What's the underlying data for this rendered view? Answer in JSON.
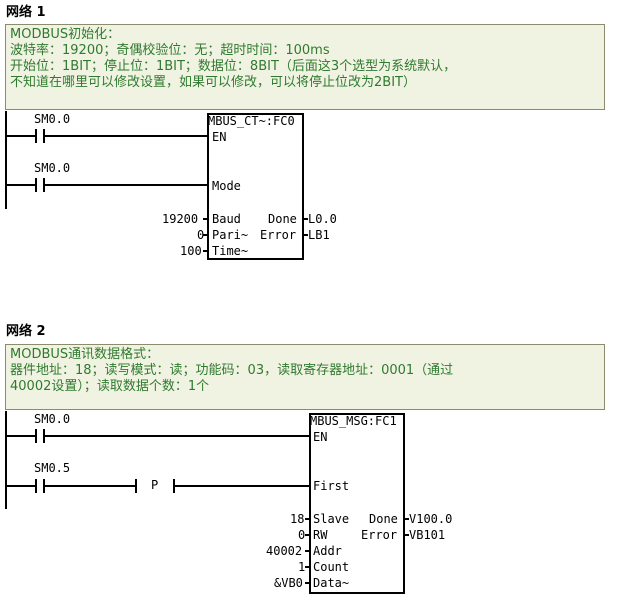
{
  "network1": {
    "title": "网络 1",
    "comment": [
      "MODBUS初始化：",
      "波特率：19200；奇偶校验位：无；超时时间：100ms",
      "开始位：1BIT；停止位：1BIT；数据位：8BIT（后面这3个选型为系统默认，",
      "不知道在哪里可以修改设置，如果可以修改，可以将停止位改为2BIT）"
    ],
    "contact1": "SM0.0",
    "contact2": "SM0.0",
    "block": {
      "title": "MBUS_CT~:FC0",
      "en": "EN",
      "mode": "Mode",
      "baud": "Baud",
      "pari": "Pari~",
      "time": "Time~",
      "done": "Done",
      "error": "Error"
    },
    "inputs": {
      "baud": "19200",
      "pari": "0",
      "time": "100"
    },
    "outputs": {
      "done": "L0.0",
      "error": "LB1"
    }
  },
  "network2": {
    "title": "网络 2",
    "comment": [
      "MODBUS通讯数据格式：",
      "器件地址：18；读写模式：读；功能码：03，读取寄存器地址：0001（通过",
      "40002设置）；读取数据个数：1个"
    ],
    "contact1": "SM0.0",
    "contact2": "SM0.5",
    "p_label": "P",
    "block": {
      "title": "MBUS_MSG:FC1",
      "en": "EN",
      "first": "First",
      "slave": "Slave",
      "rw": "RW",
      "addr": "Addr",
      "count": "Count",
      "data": "Data~",
      "done": "Done",
      "error": "Error"
    },
    "inputs": {
      "slave": "18",
      "rw": "0",
      "addr": "40002",
      "count": "1",
      "data": "&VB0"
    },
    "outputs": {
      "done": "V100.0",
      "error": "VB101"
    }
  }
}
